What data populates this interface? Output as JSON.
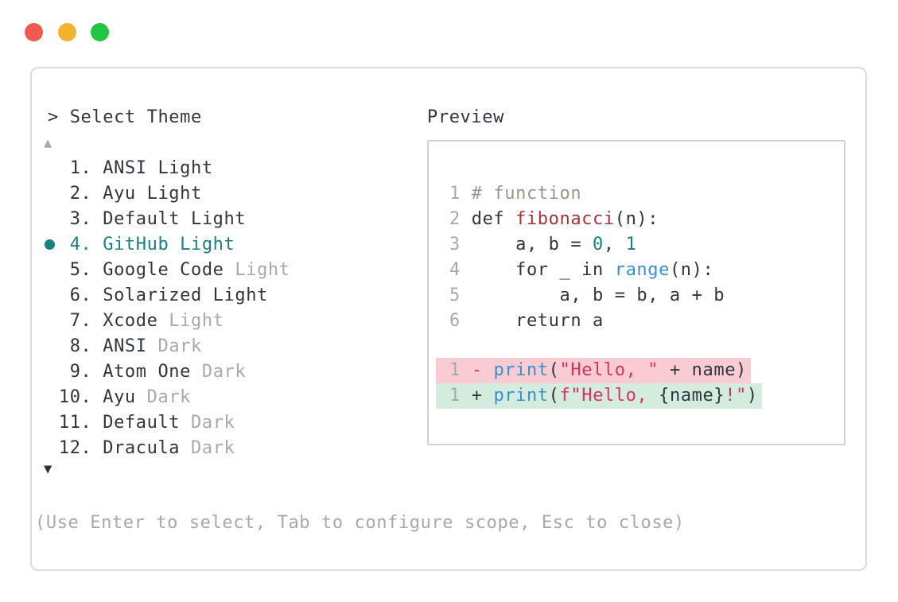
{
  "colors": {
    "traffic_red": "#f1584e",
    "traffic_yellow": "#f3b32e",
    "traffic_green": "#22c53e",
    "border_outer": "#dcdcdc",
    "border_inner": "#d2d2d2",
    "text_dark": "#30363d",
    "text_muted": "#a6a9ad",
    "arrow_dark": "#2b3138",
    "accent_teal": "#1b807a",
    "comment_olive": "#999988",
    "func_red": "#a5343c",
    "keyword_blue": "#3a8fd0",
    "string_red": "#dc3260",
    "removed_bg": "#f8ccd2",
    "added_bg": "#d3ecdd"
  },
  "window": {
    "buttons": [
      "close",
      "minimize",
      "zoom"
    ]
  },
  "icons": {
    "scroll_up": "▲",
    "scroll_down": "▼",
    "selected_bullet": "●"
  },
  "picker": {
    "title": "> Select Theme",
    "help": "(Use Enter to select, Tab to configure scope, Esc to close)",
    "items": [
      {
        "num": "  1.",
        "name": "ANSI Light",
        "muted": "",
        "selected": false
      },
      {
        "num": "  2.",
        "name": "Ayu Light",
        "muted": "",
        "selected": false
      },
      {
        "num": "  3.",
        "name": "Default Light",
        "muted": "",
        "selected": false
      },
      {
        "num": "  4.",
        "name": "GitHub Light",
        "muted": "",
        "selected": true
      },
      {
        "num": "  5.",
        "name": "Google Code",
        "muted": "Light",
        "selected": false
      },
      {
        "num": "  6.",
        "name": "Solarized Light",
        "muted": "",
        "selected": false
      },
      {
        "num": "  7.",
        "name": "Xcode",
        "muted": "Light",
        "selected": false
      },
      {
        "num": "  8.",
        "name": "ANSI",
        "muted": "Dark",
        "selected": false
      },
      {
        "num": "  9.",
        "name": "Atom One",
        "muted": "Dark",
        "selected": false
      },
      {
        "num": " 10.",
        "name": "Ayu",
        "muted": "Dark",
        "selected": false
      },
      {
        "num": " 11.",
        "name": "Default",
        "muted": "Dark",
        "selected": false
      },
      {
        "num": " 12.",
        "name": "Dracula",
        "muted": "Dark",
        "selected": false
      }
    ]
  },
  "preview": {
    "label": "Preview",
    "code_lines": [
      {
        "num": "1",
        "tokens": [
          [
            "c",
            "# function"
          ]
        ]
      },
      {
        "num": "2",
        "tokens": [
          [
            "t",
            "def "
          ],
          [
            "f",
            "fibonacci"
          ],
          [
            "t",
            "(n):"
          ]
        ]
      },
      {
        "num": "3",
        "tokens": [
          [
            "t",
            "    a, b = "
          ],
          [
            "n",
            "0"
          ],
          [
            "t",
            ", "
          ],
          [
            "n",
            "1"
          ]
        ]
      },
      {
        "num": "4",
        "tokens": [
          [
            "t",
            "    for _ in "
          ],
          [
            "b",
            "range"
          ],
          [
            "t",
            "(n):"
          ]
        ]
      },
      {
        "num": "5",
        "tokens": [
          [
            "t",
            "        a, b = b, a + b"
          ]
        ]
      },
      {
        "num": "6",
        "tokens": [
          [
            "t",
            "    return a"
          ]
        ]
      }
    ],
    "diff_lines": [
      {
        "num": "1",
        "kind": "removed",
        "tokens": [
          [
            "s",
            "-"
          ],
          [
            "t",
            " "
          ],
          [
            "b",
            "print"
          ],
          [
            "t",
            "("
          ],
          [
            "s",
            "\"Hello, \""
          ],
          [
            "t",
            " + name)"
          ]
        ]
      },
      {
        "num": "1",
        "kind": "added",
        "tokens": [
          [
            "t",
            "+"
          ],
          [
            "t",
            " "
          ],
          [
            "b",
            "print"
          ],
          [
            "t",
            "("
          ],
          [
            "s",
            "f\"Hello, "
          ],
          [
            "t",
            "{name}"
          ],
          [
            "s",
            "!\""
          ],
          [
            "t",
            ")"
          ]
        ]
      }
    ]
  }
}
